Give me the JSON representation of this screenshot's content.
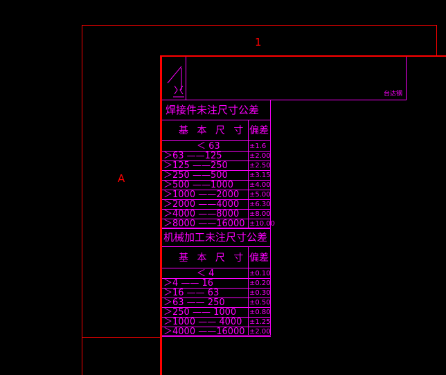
{
  "drawing": {
    "label_top": "1",
    "label_left": "A",
    "company_tag": "台达钢"
  },
  "weld_table": {
    "title": "焊接件未注尺寸公差",
    "header_left": "基 本 尺 寸",
    "header_right": "偏差",
    "rows": [
      {
        "range": "＜ 63",
        "tol": "±1.6"
      },
      {
        "range": "＞63 ——125",
        "tol": "±2.00"
      },
      {
        "range": "＞125 ——250",
        "tol": "±2.50"
      },
      {
        "range": "＞250 ——500",
        "tol": "±3.15"
      },
      {
        "range": "＞500 ——1000",
        "tol": "±4.00"
      },
      {
        "range": "＞1000 ——2000",
        "tol": "±5.00"
      },
      {
        "range": "＞2000 ——4000",
        "tol": "±6.30"
      },
      {
        "range": "＞4000 ——8000",
        "tol": "±8.00"
      },
      {
        "range": "＞8000 ——16000",
        "tol": "±10.00"
      }
    ]
  },
  "machining_table": {
    "title": "机械加工未注尺寸公差",
    "header_left": "基 本 尺 寸",
    "header_right": "偏差",
    "rows": [
      {
        "range": "＜ 4",
        "tol": "±0.10"
      },
      {
        "range": "＞4 —— 16",
        "tol": "±0.20"
      },
      {
        "range": "＞16 —— 63",
        "tol": "±0.30"
      },
      {
        "range": "＞63 —— 250",
        "tol": "±0.50"
      },
      {
        "range": "＞250 —— 1000",
        "tol": "±0.80"
      },
      {
        "range": "＞1000 —— 4000",
        "tol": "±1.25"
      },
      {
        "range": "＞4000 ——16000",
        "tol": "±2.00"
      }
    ]
  }
}
